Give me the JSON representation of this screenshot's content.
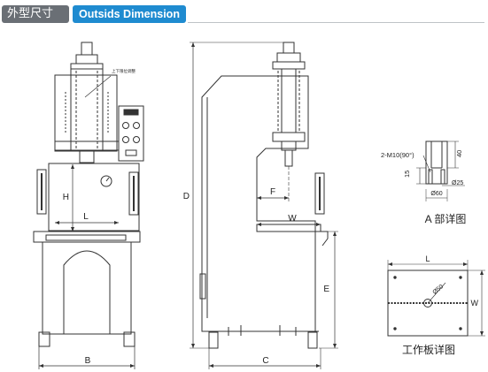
{
  "header": {
    "title_cn": "外型尺寸",
    "title_en": "Outsids Dimension"
  },
  "front_view": {
    "label_B": "B",
    "label_L": "L",
    "label_H": "H",
    "callout": "上下限位调整"
  },
  "side_view": {
    "label_D": "D",
    "label_F": "F",
    "label_W": "W",
    "label_E": "E",
    "label_C": "C"
  },
  "detail_a": {
    "thread": "2-M10(90°)",
    "dim_40": "40",
    "dim_15": "15",
    "dim_25": "Ø25",
    "dim_60": "Ø60",
    "caption": "A 部详图"
  },
  "plate": {
    "label_L": "L",
    "label_W": "W",
    "center": "Ø50",
    "caption": "工作板详图"
  },
  "colors": {
    "line": "#333333",
    "badge_gray": "#6a6f75",
    "badge_blue": "#1f8bd0"
  }
}
